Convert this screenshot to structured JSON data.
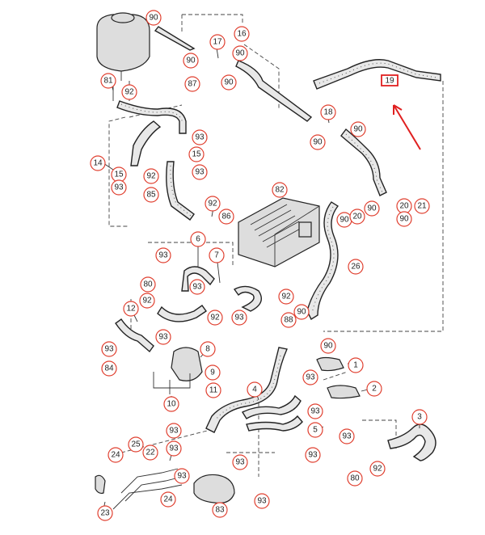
{
  "colors": {
    "callout_ring": "#e04030",
    "highlight": "#e02020",
    "hose_fill": "#e8e8e8",
    "line": "#222222"
  },
  "highlight": {
    "label": "19"
  },
  "callouts": [
    {
      "id": "c-90-a",
      "label": "90"
    },
    {
      "id": "c-90-b",
      "label": "90"
    },
    {
      "id": "c-17",
      "label": "17"
    },
    {
      "id": "c-16",
      "label": "16"
    },
    {
      "id": "c-90-c",
      "label": "90"
    },
    {
      "id": "c-90-d",
      "label": "90"
    },
    {
      "id": "c-87",
      "label": "87"
    },
    {
      "id": "c-90-e",
      "label": "90"
    },
    {
      "id": "c-81",
      "label": "81"
    },
    {
      "id": "c-92-a",
      "label": "92"
    },
    {
      "id": "c-18",
      "label": "18"
    },
    {
      "id": "c-90-f",
      "label": "90"
    },
    {
      "id": "c-90-g",
      "label": "90"
    },
    {
      "id": "c-93-a",
      "label": "93"
    },
    {
      "id": "c-15-a",
      "label": "15"
    },
    {
      "id": "c-14",
      "label": "14"
    },
    {
      "id": "c-93-b",
      "label": "93"
    },
    {
      "id": "c-15-b",
      "label": "15"
    },
    {
      "id": "c-92-b",
      "label": "92"
    },
    {
      "id": "c-93-c",
      "label": "93"
    },
    {
      "id": "c-85",
      "label": "85"
    },
    {
      "id": "c-82",
      "label": "82"
    },
    {
      "id": "c-92-c",
      "label": "92"
    },
    {
      "id": "c-86",
      "label": "86"
    },
    {
      "id": "c-90-h",
      "label": "90"
    },
    {
      "id": "c-90-i",
      "label": "90"
    },
    {
      "id": "c-20-a",
      "label": "20"
    },
    {
      "id": "c-20-b",
      "label": "20"
    },
    {
      "id": "c-21",
      "label": "21"
    },
    {
      "id": "c-90-j",
      "label": "90"
    },
    {
      "id": "c-6",
      "label": "6"
    },
    {
      "id": "c-93-d",
      "label": "93"
    },
    {
      "id": "c-7",
      "label": "7"
    },
    {
      "id": "c-26",
      "label": "26"
    },
    {
      "id": "c-80-a",
      "label": "80"
    },
    {
      "id": "c-93-e",
      "label": "93"
    },
    {
      "id": "c-92-d",
      "label": "92"
    },
    {
      "id": "c-12",
      "label": "12"
    },
    {
      "id": "c-92-e",
      "label": "92"
    },
    {
      "id": "c-93-f",
      "label": "93"
    },
    {
      "id": "c-92-f",
      "label": "92"
    },
    {
      "id": "c-90-k",
      "label": "90"
    },
    {
      "id": "c-88",
      "label": "88"
    },
    {
      "id": "c-93-g",
      "label": "93"
    },
    {
      "id": "c-93-h",
      "label": "93"
    },
    {
      "id": "c-8",
      "label": "8"
    },
    {
      "id": "c-90-l",
      "label": "90"
    },
    {
      "id": "c-1",
      "label": "1"
    },
    {
      "id": "c-84",
      "label": "84"
    },
    {
      "id": "c-9",
      "label": "9"
    },
    {
      "id": "c-93-i",
      "label": "93"
    },
    {
      "id": "c-11",
      "label": "11"
    },
    {
      "id": "c-4",
      "label": "4"
    },
    {
      "id": "c-2",
      "label": "2"
    },
    {
      "id": "c-10",
      "label": "10"
    },
    {
      "id": "c-93-j",
      "label": "93"
    },
    {
      "id": "c-3",
      "label": "3"
    },
    {
      "id": "c-93-k",
      "label": "93"
    },
    {
      "id": "c-5",
      "label": "5"
    },
    {
      "id": "c-93-l",
      "label": "93"
    },
    {
      "id": "c-93-m",
      "label": "93"
    },
    {
      "id": "c-24-a",
      "label": "24"
    },
    {
      "id": "c-25",
      "label": "25"
    },
    {
      "id": "c-22",
      "label": "22"
    },
    {
      "id": "c-93-n",
      "label": "93"
    },
    {
      "id": "c-92-g",
      "label": "92"
    },
    {
      "id": "c-93-o",
      "label": "93"
    },
    {
      "id": "c-80-b",
      "label": "80"
    },
    {
      "id": "c-93-p",
      "label": "93"
    },
    {
      "id": "c-24-b",
      "label": "24"
    },
    {
      "id": "c-23",
      "label": "23"
    },
    {
      "id": "c-83",
      "label": "83"
    },
    {
      "id": "c-93-q",
      "label": "93"
    }
  ]
}
